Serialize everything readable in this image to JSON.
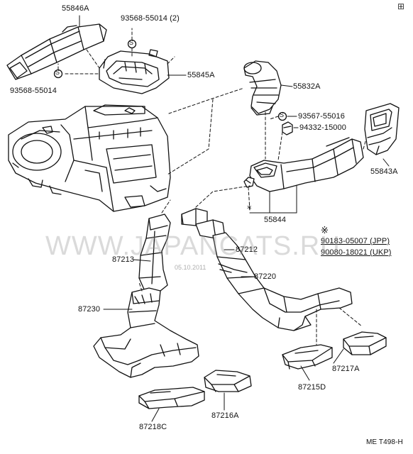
{
  "diagram": {
    "part_labels": {
      "p55846A": "55846A",
      "p93568_55014_2": "93568-55014 (2)",
      "p93568_55014": "93568-55014",
      "p55845A": "55845A",
      "p55832A": "55832A",
      "p93567_55016": "93567-55016",
      "p94332_15000": "94332-15000",
      "p55843A": "55843A",
      "p55844": "55844",
      "p87213": "87213",
      "p87212": "87212",
      "p87220": "87220",
      "p87230": "87230",
      "p87217A": "87217A",
      "p87215D": "87215D",
      "p87216A": "87216A",
      "p87218C": "87218C"
    },
    "note": {
      "symbol": "※",
      "line1": "90183-05007 (JPP)",
      "line2": "90080-18021 (UKP)"
    },
    "footer_code": "ME T498-H",
    "watermark": "WWW.JAPANCATS.RU",
    "watermark_date": "05.10.2011",
    "corner_mark": "⊞"
  }
}
